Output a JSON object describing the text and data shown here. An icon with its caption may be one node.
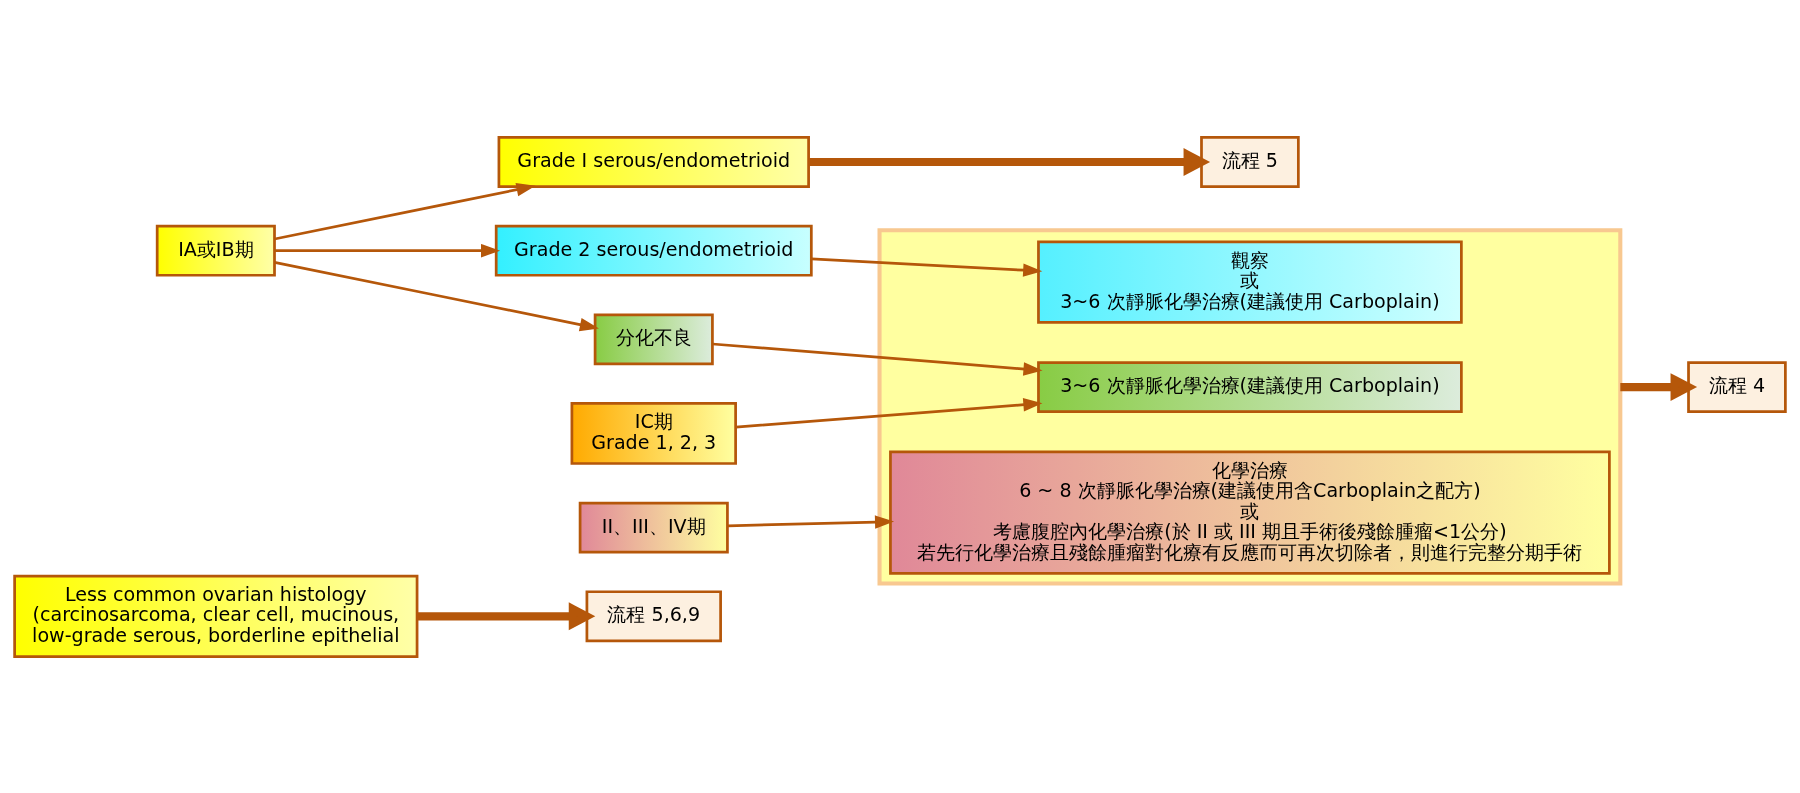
{
  "diagram": {
    "nodes": [
      {
        "text": [
          "Less common ovarian histology (carcinosarcoma, clear cell, mucinous, low-grade serous, borderline epithelial"
        ]
      },
      {
        "text": [
          "流程 5,6,9"
        ]
      },
      {
        "text": [
          "Grade I serous/endometrioid"
        ]
      },
      {
        "text": [
          "流程 5"
        ]
      },
      {
        "text": [
          "IA或IB期"
        ]
      },
      {
        "text": [
          "Grade 2 serous/endometrioid"
        ]
      },
      {
        "text": [],
        "shape": "box"
      },
      {
        "text": [
          "觀察",
          "或",
          "3~6 次靜脈化學治療(建議使用 Carboplain)"
        ],
        "in": 6
      },
      {
        "text": [
          "分化不良"
        ]
      },
      {
        "text": [
          "3~6 次靜脈化學治療(建議使用 Carboplain)"
        ],
        "in": 6
      },
      {
        "text": [
          "IC期",
          "Grade 1, 2, 3"
        ]
      },
      {
        "text": [
          "流程 4"
        ]
      },
      {
        "text": [
          "II、III、IV期"
        ]
      },
      {
        "text": [
          "化學治療",
          "6 ~ 8 次靜脈化學治療(建議使用含Carboplain之配方)",
          "或",
          "考慮腹腔內化學治療(於 II 或 III 期且手術後殘餘腫瘤<1公分)",
          "若先行化學治療且殘餘腫瘤對化療有反應而可再次切除者，則進行完整分期手術"
        ],
        "in": 6
      }
    ],
    "edges": [
      {
        "from": 0,
        "to": 1,
        "arrow": "to",
        "style": "thick"
      },
      {
        "from": 2,
        "to": 3,
        "arrow": "to",
        "style": "thick"
      },
      {
        "from": 4,
        "to": 2,
        "arrow": "to"
      },
      {
        "from": 4,
        "to": 5,
        "arrow": "to"
      },
      {
        "from": 4,
        "to": 8,
        "arrow": "to"
      },
      {
        "from": 5,
        "to": 7,
        "arrow": "to"
      },
      {
        "from": 8,
        "to": 9,
        "arrow": "to"
      },
      {
        "from": 10,
        "to": 9,
        "arrow": "to"
      },
      {
        "from": 12,
        "to": 13,
        "arrow": "to"
      },
      {
        "from": 6,
        "to": 11,
        "arrow": "to",
        "style": "thick"
      }
    ]
  }
}
